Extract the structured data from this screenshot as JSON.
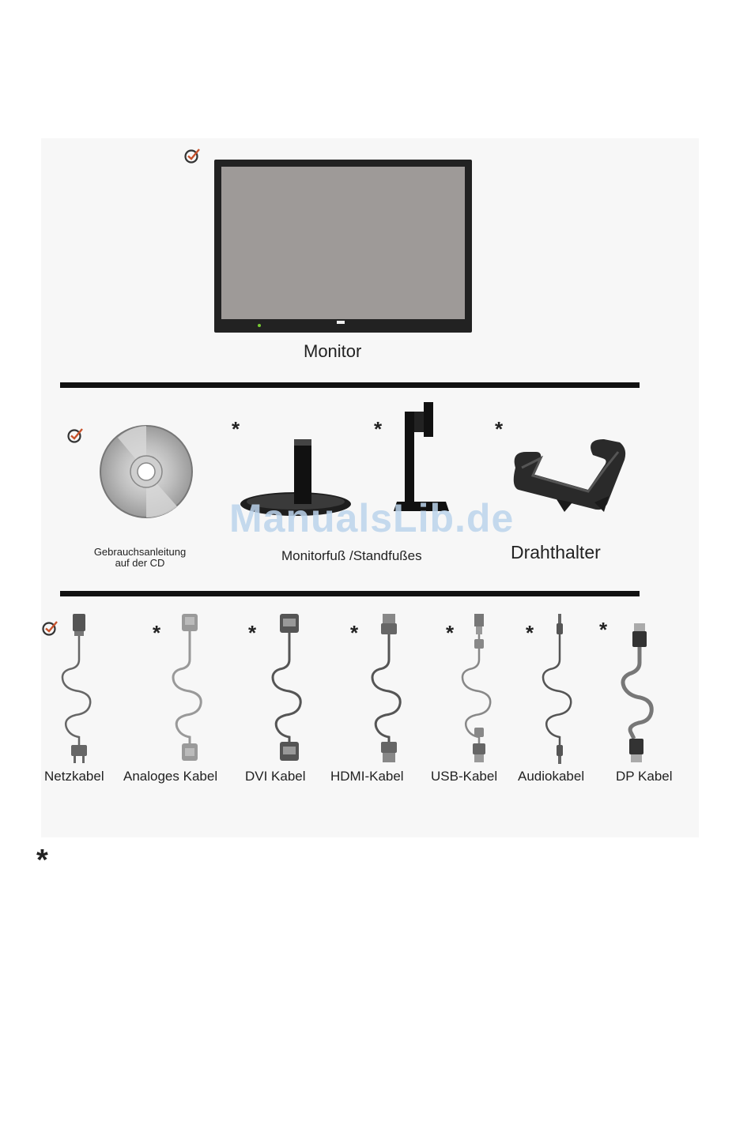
{
  "monitor": {
    "label": "Monitor"
  },
  "accessories": {
    "cd_label_line1": "Gebrauchsanleitung",
    "cd_label_line2": "auf der CD",
    "stand_label": "Monitorfuß /Standfußes",
    "holder_label": "Drahthalter"
  },
  "cables": [
    {
      "label": "Netzkabel"
    },
    {
      "label": "Analoges Kabel"
    },
    {
      "label": "DVI  Kabel"
    },
    {
      "label": "HDMI-Kabel"
    },
    {
      "label": "USB-Kabel"
    },
    {
      "label": "Audiokabel"
    },
    {
      "label": "DP Kabel"
    }
  ],
  "footnote": {
    "star": "*"
  },
  "watermark": "ManualsLib.de",
  "symbols": {
    "star": "*"
  },
  "icons": {
    "included": "check-circle-icon",
    "optional": "asterisk-icon"
  }
}
